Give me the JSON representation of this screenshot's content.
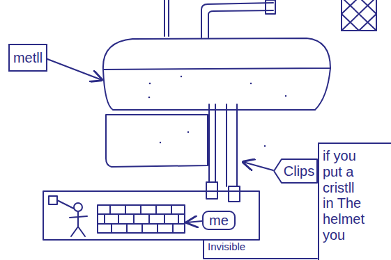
{
  "diagram": {
    "nodes": [
      {
        "text": [
          "metll"
        ]
      },
      {
        "text": [
          "Clips"
        ]
      },
      {
        "text": [
          "me"
        ]
      },
      {
        "text": [
          "if you put a cristll in The helmet you"
        ]
      }
    ],
    "labels": [
      "Invisible"
    ]
  }
}
